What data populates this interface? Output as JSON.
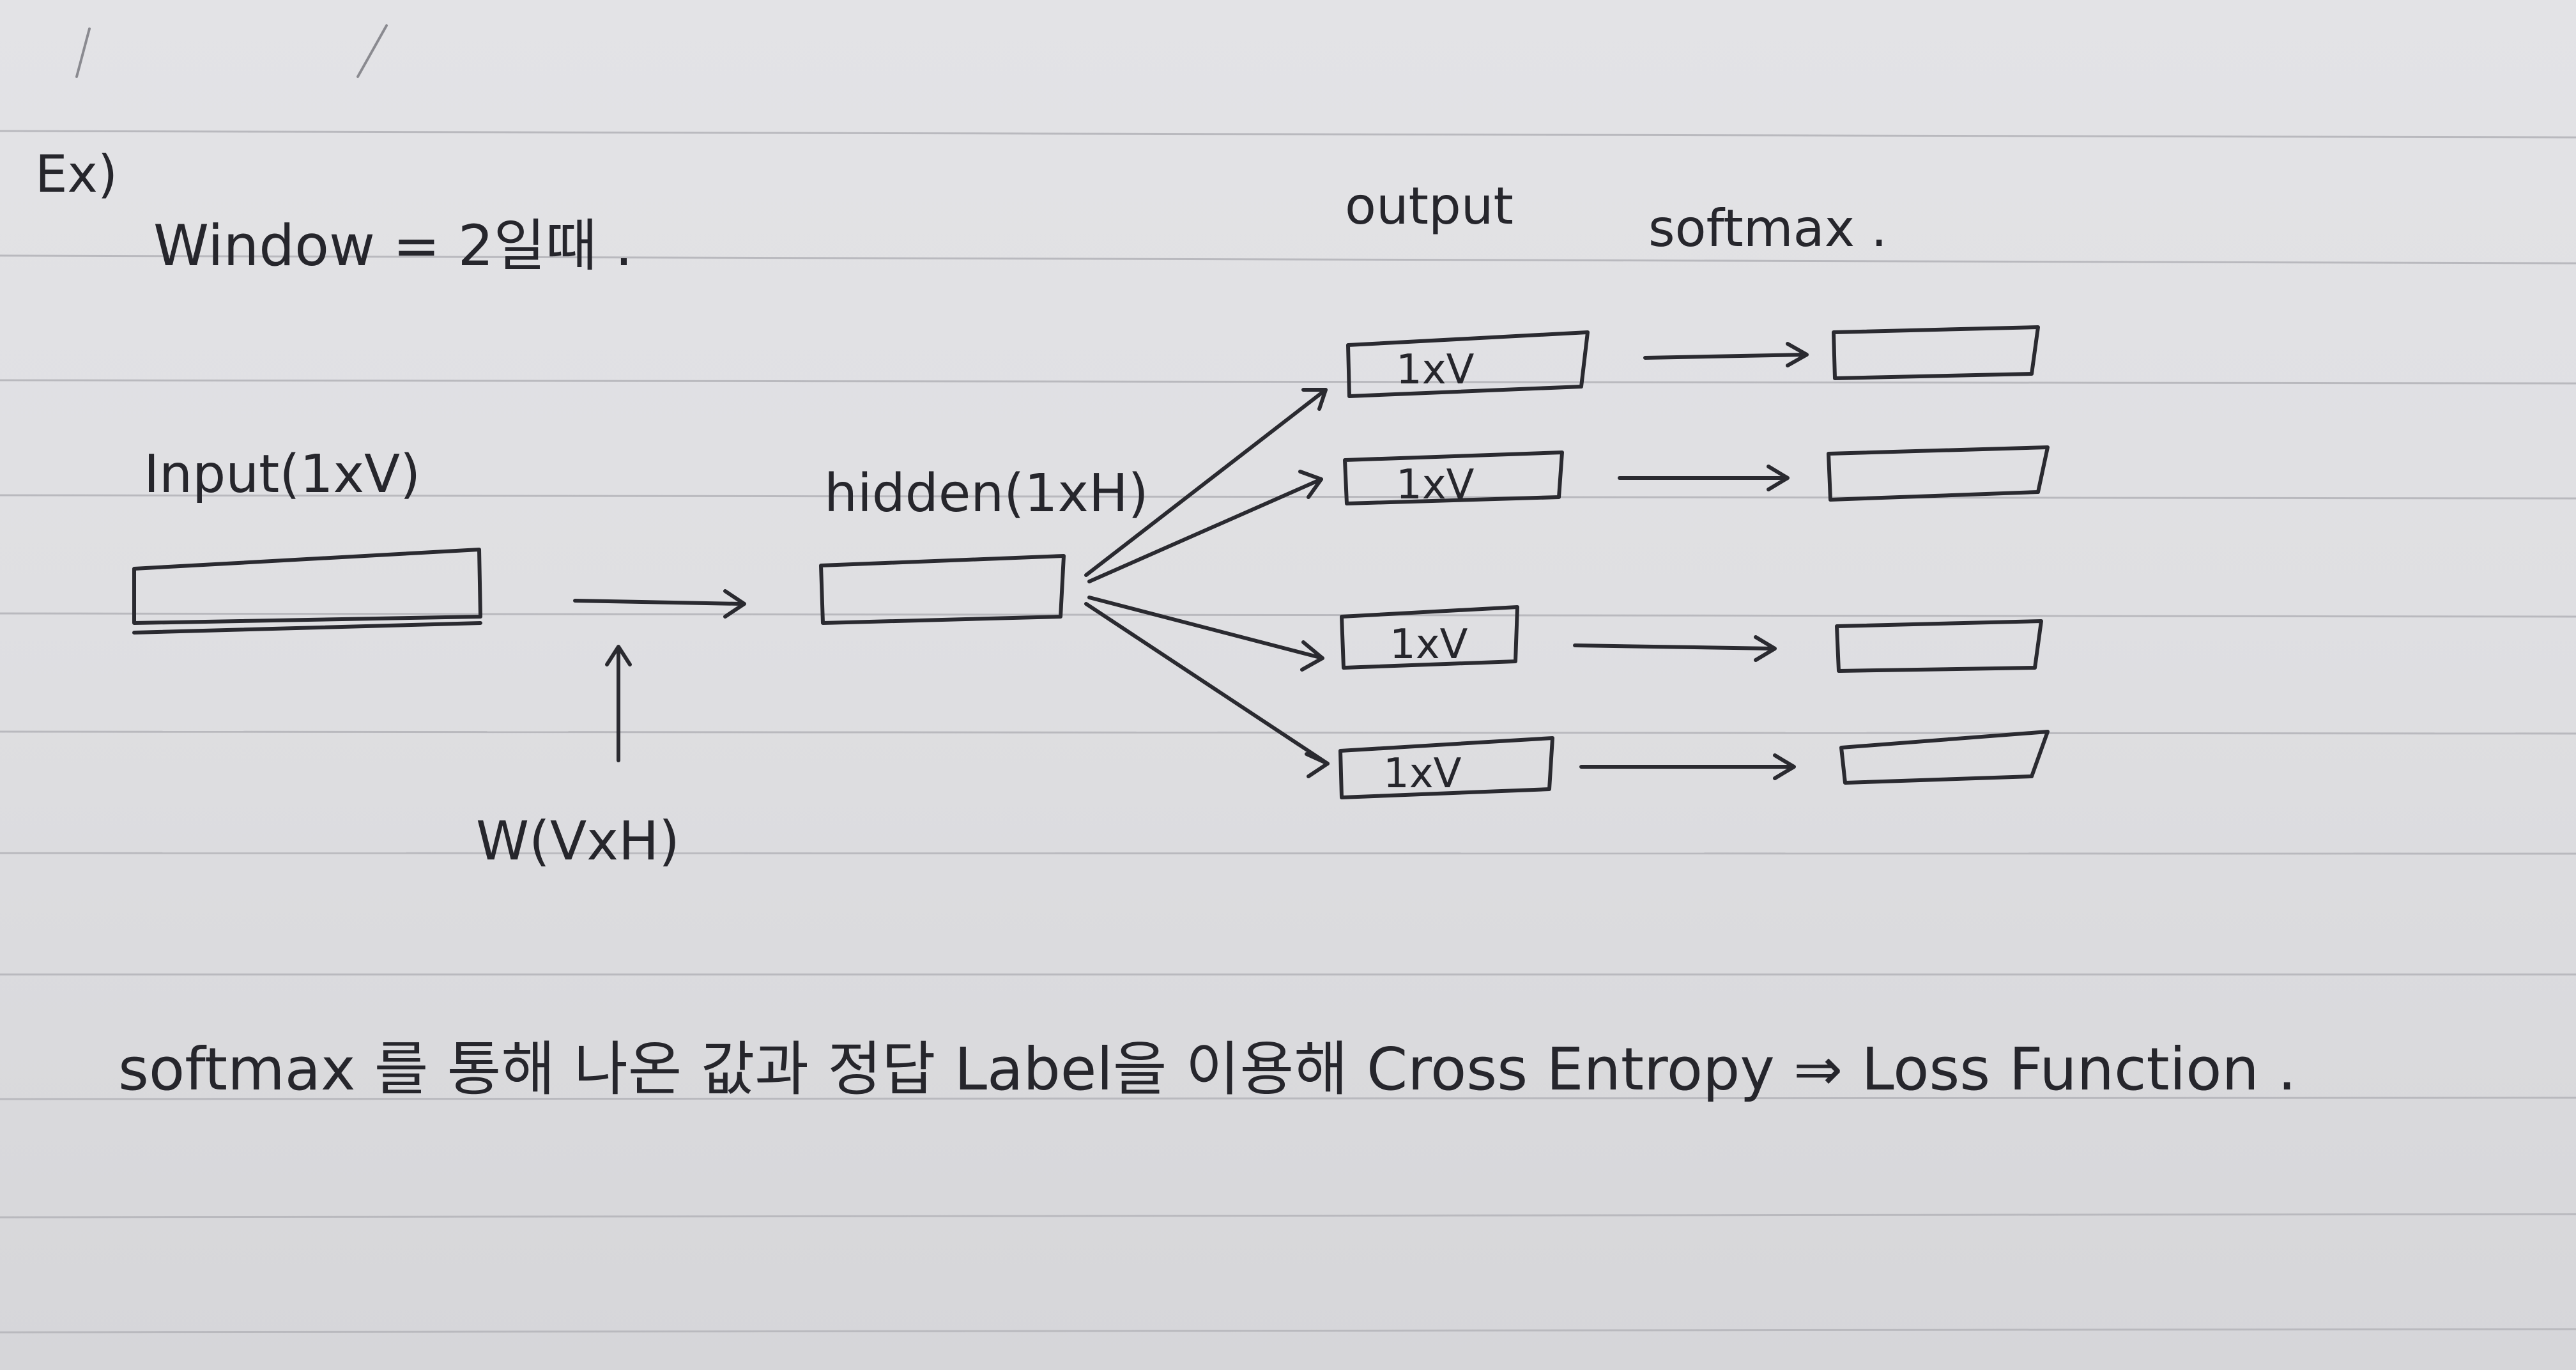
{
  "note": {
    "example_label": "Ex)",
    "window_text": "Window = 2일때 .",
    "input_label": "Input(1xV)",
    "weight_label": "W(VxH)",
    "hidden_label": "hidden(1xH)",
    "output_header": "output",
    "softmax_header": "softmax .",
    "output_boxes": [
      "1xV",
      "1xV",
      "1xV",
      "1xV"
    ],
    "summary": "softmax 를 통해 나온 값과 정답 Label을 이용해 Cross Entropy ⇒ Loss Function ."
  },
  "colors": {
    "paper": "#e0e0e3",
    "ink": "#2a2a30",
    "ruled_line": "#b9b9be"
  }
}
